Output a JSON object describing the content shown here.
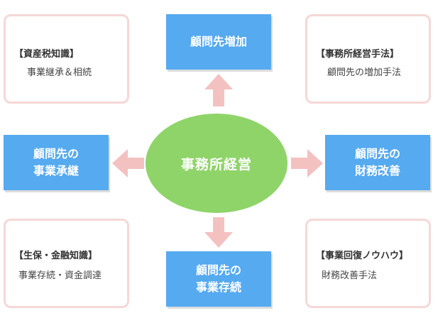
{
  "center": "事務所経営",
  "blue": {
    "top": [
      "顧問先増加"
    ],
    "left": [
      "顧問先の",
      "事業承継"
    ],
    "right": [
      "顧問先の",
      "財務改善"
    ],
    "bottom": [
      "顧問先の",
      "事業存続"
    ]
  },
  "white": {
    "top_left": {
      "title": "【資産税知識】",
      "sub": "事業継承＆相続"
    },
    "top_right": {
      "title": "【事務所経営手法】",
      "sub": "顧問先の増加手法"
    },
    "bottom_left": {
      "title": "【生保・金融知識】",
      "sub": "事業存続・資金調達"
    },
    "bottom_right": {
      "title": "【事業回復ノウハウ】",
      "sub": "財務改善手法"
    }
  },
  "colors": {
    "blue": "#55aaf0",
    "green": "#8fd469",
    "arrow": "#f4c1c1",
    "border": "#f6d7d7"
  }
}
